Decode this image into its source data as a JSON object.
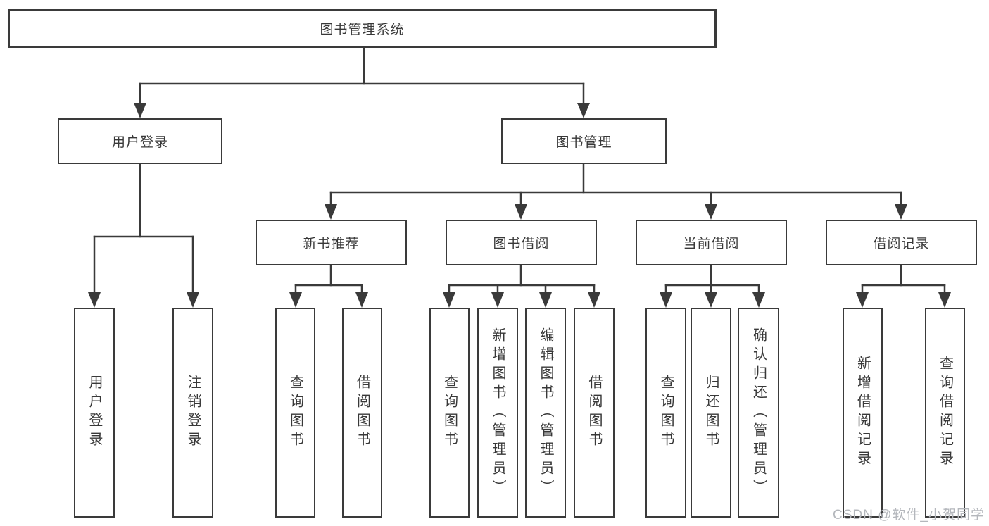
{
  "colors": {
    "line": "#3a3a3a",
    "text": "#383838",
    "watermark": "#b4b7bc",
    "background": "#ffffff"
  },
  "watermark": {
    "text": "CSDN @软件_小贺同学"
  },
  "tree": {
    "root": {
      "label": "图书管理系统",
      "children": [
        {
          "label": "用户登录",
          "children": [
            {
              "label": "用户登录"
            },
            {
              "label": "注销登录"
            }
          ]
        },
        {
          "label": "图书管理",
          "children": [
            {
              "label": "新书推荐",
              "children": [
                {
                  "label": "查询图书"
                },
                {
                  "label": "借阅图书"
                }
              ]
            },
            {
              "label": "图书借阅",
              "children": [
                {
                  "label": "查询图书"
                },
                {
                  "label": "新增图书（管理员）"
                },
                {
                  "label": "编辑图书（管理员）"
                },
                {
                  "label": "借阅图书"
                }
              ]
            },
            {
              "label": "当前借阅",
              "children": [
                {
                  "label": "查询图书"
                },
                {
                  "label": "归还图书"
                },
                {
                  "label": "确认归还（管理员）"
                }
              ]
            },
            {
              "label": "借阅记录",
              "children": [
                {
                  "label": "新增借阅记录"
                },
                {
                  "label": "查询借阅记录"
                }
              ]
            }
          ]
        }
      ]
    }
  }
}
